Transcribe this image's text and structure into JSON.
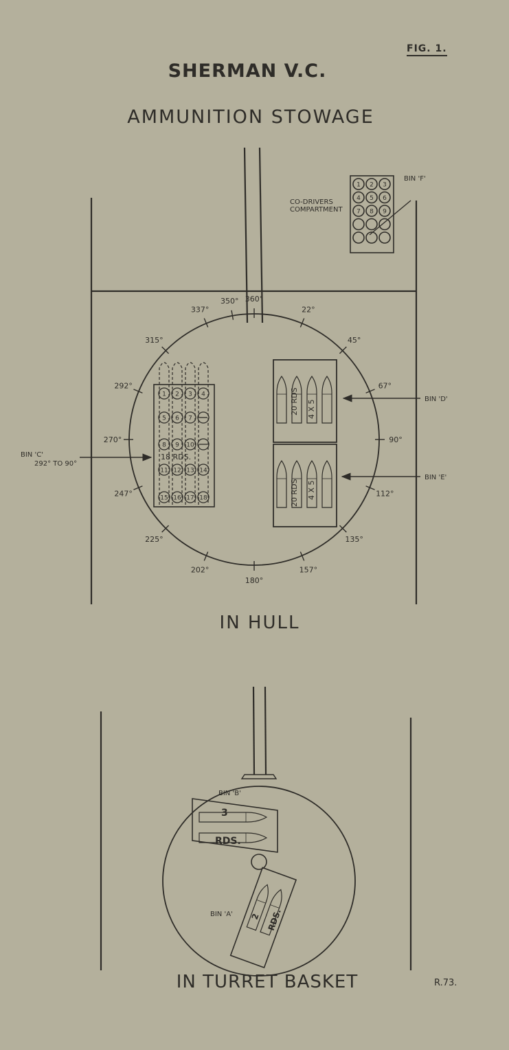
{
  "figure_label": "FIG. 1.",
  "title": "SHERMAN V.C.",
  "subtitle": "AMMUNITION STOWAGE",
  "hull": {
    "label": "IN HULL",
    "bearings": [
      "360°",
      "22°",
      "45°",
      "67°",
      "90°",
      "112°",
      "135°",
      "157°",
      "180°",
      "202°",
      "225°",
      "247°",
      "270°",
      "292°",
      "315°",
      "337°",
      "350°"
    ],
    "bin_c": {
      "label": "BIN 'C'",
      "range": "292° TO 90°",
      "rounds_label": "18 RDS.",
      "numbers": [
        "1",
        "2",
        "3",
        "4",
        "5",
        "6",
        "7",
        "8",
        "9",
        "10",
        "11",
        "12",
        "13",
        "14",
        "15",
        "16",
        "17",
        "18"
      ]
    },
    "bin_d": {
      "label": "BIN 'D'",
      "rounds": "20 RDS",
      "layout": "4 X 5"
    },
    "bin_e": {
      "label": "BIN 'E'",
      "rounds": "20 RDS",
      "layout": "4 X 5"
    },
    "bin_f": {
      "label": "BIN 'F'",
      "compartment": [
        "CO-DRIVERS",
        "COMPARTMENT"
      ],
      "numbers": [
        "1",
        "2",
        "3",
        "4",
        "5",
        "6",
        "7",
        "8",
        "9"
      ]
    }
  },
  "turret": {
    "label": "IN TURRET BASKET",
    "bin_a": {
      "label": "BIN 'A'",
      "count": "2",
      "rounds": "RDS."
    },
    "bin_b": {
      "label": "BIN 'B'",
      "count": "3",
      "rounds": "RDS."
    }
  },
  "reference": "R.73."
}
